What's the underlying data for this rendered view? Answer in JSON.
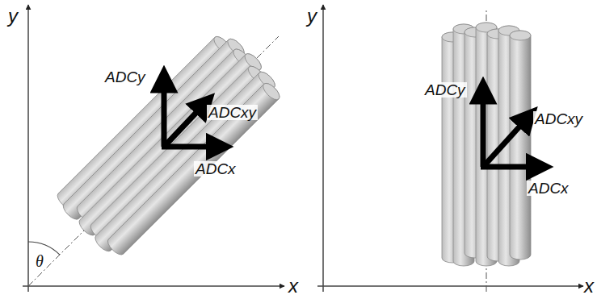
{
  "diagram": {
    "labels": [
      "y",
      "x",
      "ADCy",
      "ADCxy",
      "ADCx",
      "θ",
      "y",
      "x",
      "ADCy",
      "ADCxy",
      "ADCx"
    ]
  }
}
